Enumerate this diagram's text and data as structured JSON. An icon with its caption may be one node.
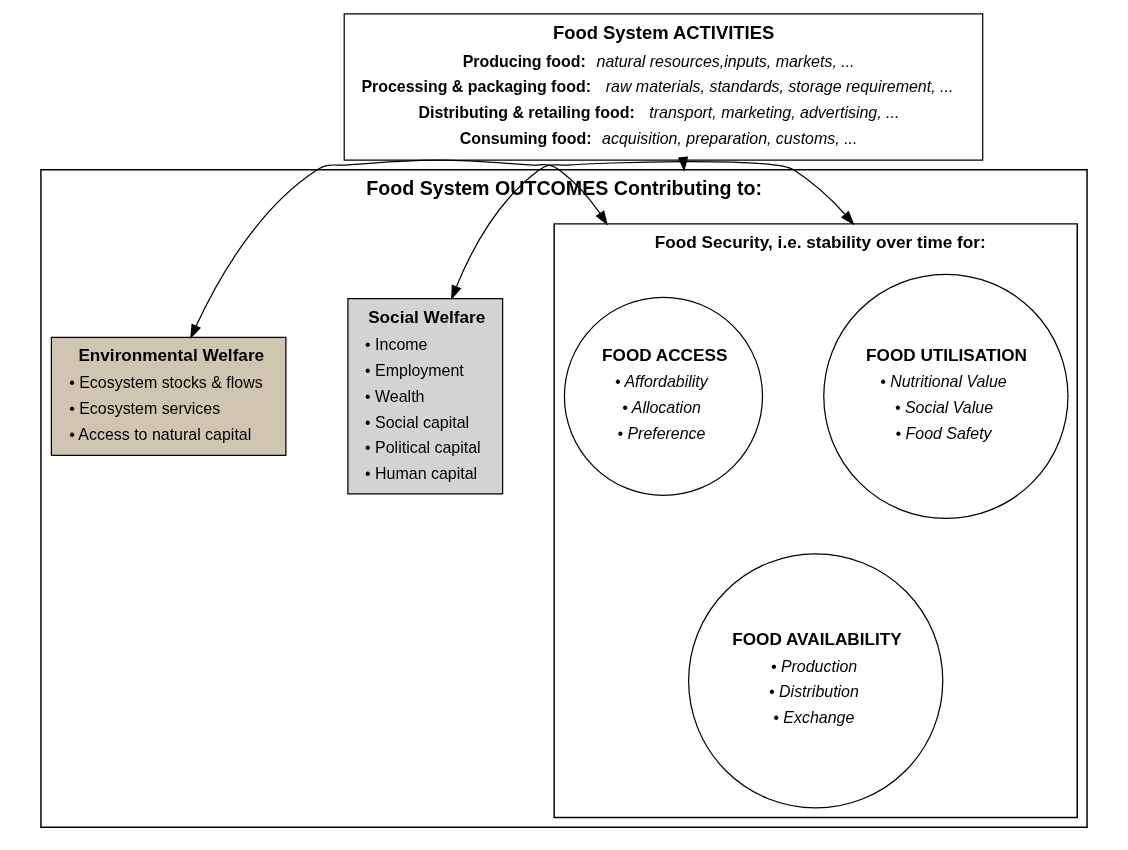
{
  "diagram": {
    "nodes": [
      {
        "text": [
          "Food System ACTIVITIES",
          "**Producing food:** *natural resources,inputs, markets, ...*",
          "**Processing & packaging food:** *raw materials, standards, storage requirement, ...*",
          "**Distributing & retailing food:** *transport, marketing, advertising, ...*",
          "**Consuming food:** *acquisition, preparation, customs, ...*"
        ]
      },
      {
        "text": [
          "Food System OUTCOMES Contributing to:"
        ]
      },
      {
        "text": [
          "Social Welfare",
          "• Income",
          "• Employment",
          "• Wealth",
          "• Social capital",
          "• Political capital",
          "• Human capital"
        ],
        "in": 1
      },
      {
        "text": [
          "Food Security, i.e. stability over time for:"
        ],
        "in": 1
      },
      {
        "text": [
          "FOOD UTILISATION",
          "• Nutritional Value",
          "• Social Value",
          "• Food Safety"
        ],
        "in": 3
      },
      {
        "text": [
          "FOOD ACCESS",
          "• Affordability",
          "• Allocation",
          "• Preference"
        ],
        "in": 3
      },
      {
        "text": [
          "FOOD AVAILABILITY",
          "• Production",
          "• Distribution",
          "• Exchange"
        ],
        "in": 3
      },
      {
        "text": [
          "Environmental Welfare",
          "• Ecosystem stocks & flows",
          "• Ecosystem services",
          "• Access to natural capital"
        ],
        "in": 1
      }
    ],
    "edges": [
      {
        "from": 0,
        "to": 1,
        "arrow": "to"
      },
      {
        "from": 2,
        "to": 3,
        "arrow": "both"
      },
      {
        "from": 3,
        "to": 7,
        "arrow": "both"
      }
    ]
  }
}
